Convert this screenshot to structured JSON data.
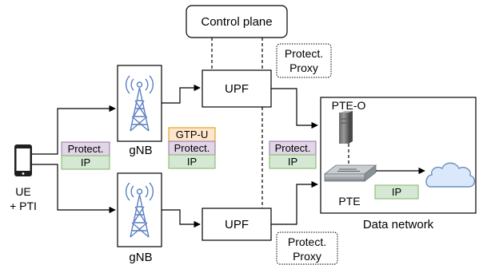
{
  "control_plane": "Control plane",
  "upf_top": "UPF",
  "upf_bottom": "UPF",
  "proxy_top": {
    "line1": "Protect.",
    "line2": "Proxy"
  },
  "proxy_bottom": {
    "line1": "Protect.",
    "line2": "Proxy"
  },
  "gnb_top": "gNB",
  "gnb_bottom": "gNB",
  "ue": {
    "line1": "UE",
    "line2": "+ PTI"
  },
  "ue_stack": {
    "protect": "Protect.",
    "ip": "IP"
  },
  "mid_stack": {
    "gtpu": "GTP-U",
    "protect": "Protect.",
    "ip": "IP"
  },
  "n6_stack": {
    "protect": "Protect.",
    "ip": "IP"
  },
  "pte_o": "PTE-O",
  "pte": "PTE",
  "pte_ip": "IP",
  "data_network": "Data network",
  "colors": {
    "protect_fill": "#e1d5e7",
    "protect_stroke": "#9673a6",
    "ip_fill": "#d5e8d4",
    "ip_stroke": "#82b366",
    "gtpu_fill": "#ffe6cc",
    "gtpu_stroke": "#d79b00",
    "cloud_fill": "#dae8fc",
    "cloud_stroke": "#6c8ebf",
    "tower_stroke": "#5b7fc2"
  }
}
